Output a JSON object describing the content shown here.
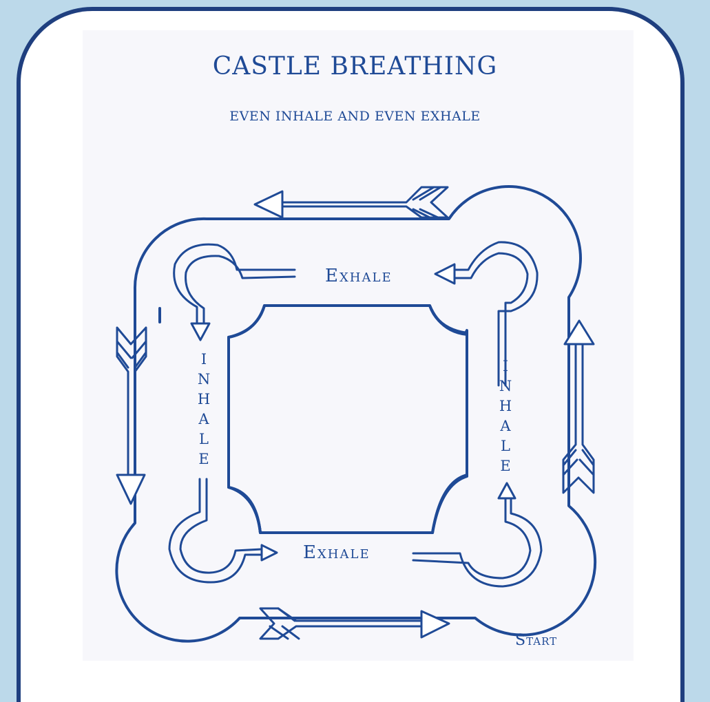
{
  "title": "CASTLE BREATHING",
  "subtitle": "EVEN INHALE AND EVEN EXHALE",
  "labels": {
    "exhale_top": "Exhale",
    "exhale_bottom": "Exhale",
    "inhale_left": [
      "I",
      "N",
      "H",
      "A",
      "L",
      "E"
    ],
    "inhale_right": [
      "I",
      "N",
      "H",
      "A",
      "L",
      "E"
    ],
    "start": "Start"
  },
  "colors": {
    "ink": "#1f4a96",
    "frame": "#1f3f7f",
    "background": "#bcd9ea",
    "paper": "#f7f7fb"
  }
}
